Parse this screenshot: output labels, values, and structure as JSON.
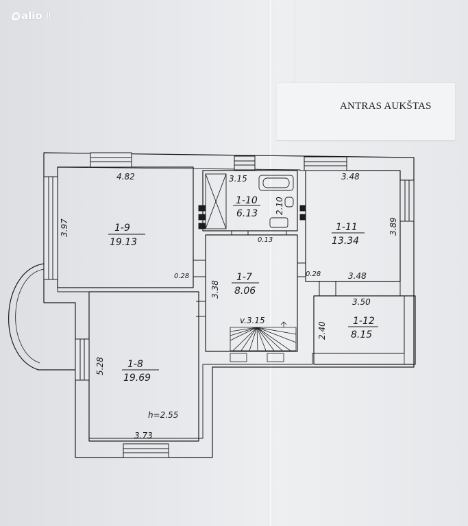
{
  "watermark": {
    "brand": "alio",
    "tld": ".lt"
  },
  "title": "ANTRAS AUKŠTAS",
  "rooms": [
    {
      "id": "1-9",
      "area": "19.13"
    },
    {
      "id": "1-10",
      "area": "6.13"
    },
    {
      "id": "1-11",
      "area": "13.34"
    },
    {
      "id": "1-7",
      "area": "8.06"
    },
    {
      "id": "1-12",
      "area": "8.15"
    },
    {
      "id": "1-8",
      "area": "19.69"
    }
  ],
  "dimensions": {
    "d_4_82": "4.82",
    "d_3_97": "3.97",
    "d_3_15_top": "3.15",
    "d_2_10": "2.10",
    "d_0_13": "0.13",
    "d_3_48_top": "3.48",
    "d_3_89": "3.89",
    "d_3_48_bottom": "3.48",
    "d_0_28_left": "0.28",
    "d_3_38": "3.38",
    "d_0_28_right": "0.28",
    "d_3_50": "3.50",
    "d_2_40": "2.40",
    "d_5_28": "5.28",
    "d_3_73": "3.73",
    "stair_height": "v.3.15",
    "ceiling_height": "h=2.55"
  }
}
